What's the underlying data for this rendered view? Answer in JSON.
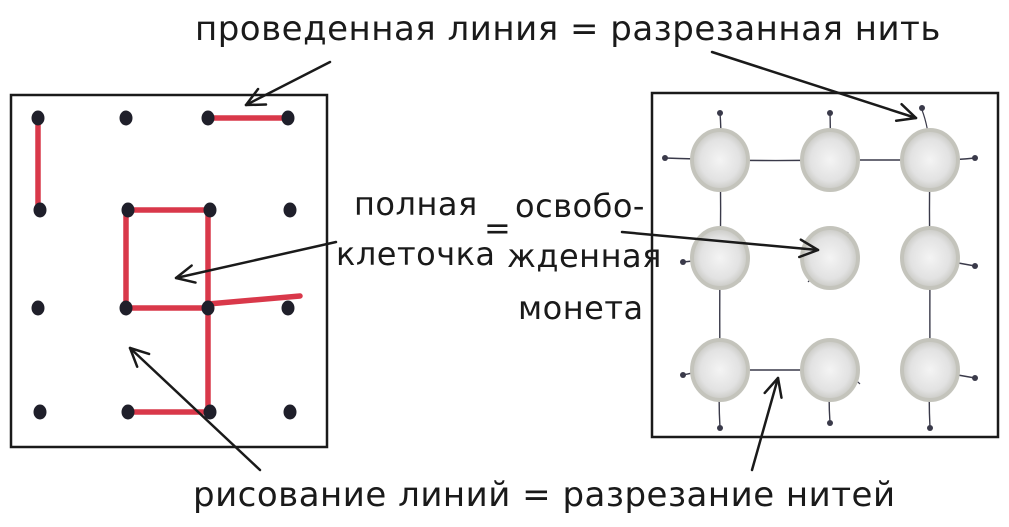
{
  "labels": {
    "top": "проведенная линия = разрезанная нить",
    "full_line1": "полная",
    "full_line2": "клеточка",
    "equals": "=",
    "freed_line1": "освобо-",
    "freed_line2": "жденная",
    "freed_line3": "монета",
    "bottom": "рисование линий = разрезание нитей"
  },
  "colors": {
    "line": "#d9384a",
    "dot": "#1f1f2a",
    "coin_fill": "#d8d8d8",
    "coin_rim": "#c4c4bc",
    "thread": "#3a3a4a",
    "arrow": "#1a1a1a"
  },
  "icons": {
    "dots_grid": "dots-and-boxes-grid",
    "coins_grid": "coins-and-strings-grid"
  }
}
